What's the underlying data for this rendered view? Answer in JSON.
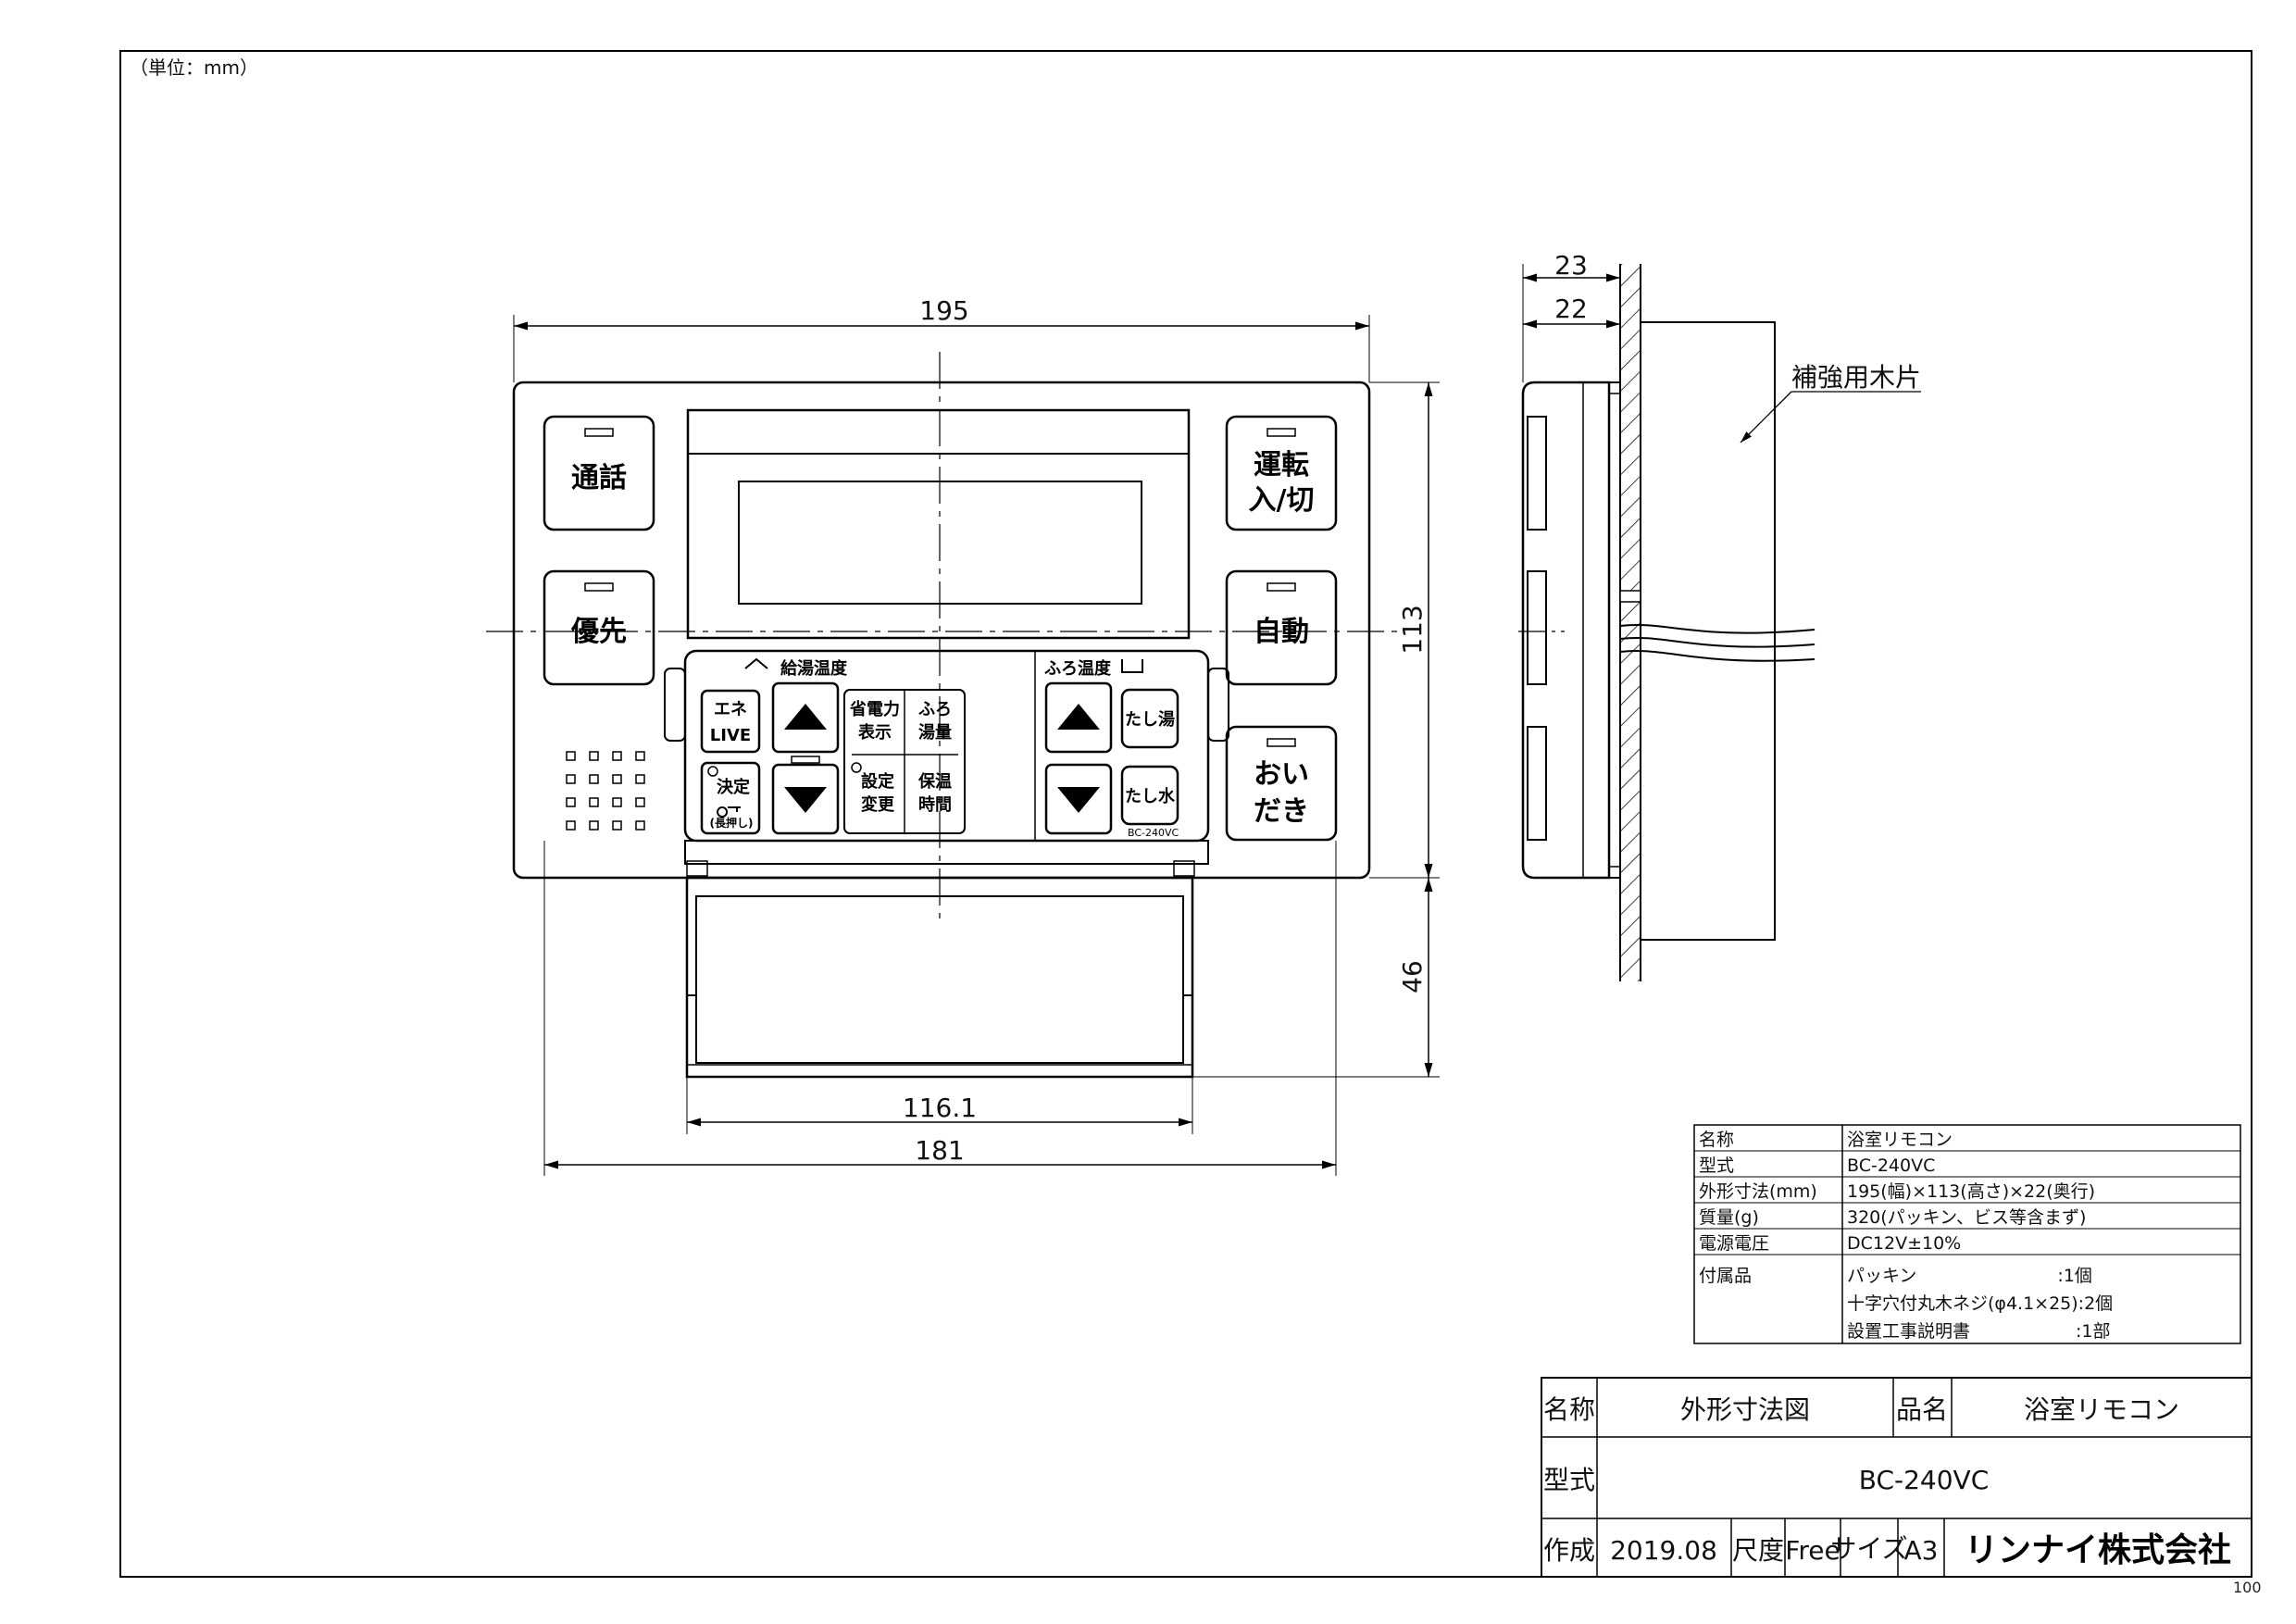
{
  "unit_note": "（単位：mm）",
  "dimensions": {
    "width": "195",
    "height": "113",
    "lower_height": "46",
    "panel_width": "116.1",
    "outer_width": "181",
    "depth_total": "23",
    "depth_body": "22"
  },
  "reinforcement_label": "補強用木片",
  "buttons": {
    "tsuwa": "通話",
    "yusen": "優先",
    "unten_1": "運転",
    "unten_2": "入/切",
    "jido": "自動",
    "oidaki_1": "おい",
    "oidaki_2": "だき",
    "ene_1": "エネ",
    "ene_2": "LIVE",
    "kettei_1": "決定",
    "kettei_2": "(長押し)",
    "shodenryoku_1": "省電力",
    "shodenryoku_2": "表示",
    "furo_yuryo_1": "ふろ",
    "furo_yuryo_2": "湯量",
    "settei_1": "設定",
    "settei_2": "変更",
    "hoon_1": "保温",
    "hoon_2": "時間",
    "tashiyu": "たし湯",
    "tashimizu": "たし水",
    "kyuto_ondo": "給湯温度",
    "furo_ondo": "ふろ温度",
    "model_small": "BC-240VC"
  },
  "spec_table": [
    {
      "label": "名称",
      "value": "浴室リモコン"
    },
    {
      "label": "型式",
      "value": "BC-240VC"
    },
    {
      "label": "外形寸法(mm)",
      "value": "195(幅)×113(高さ)×22(奥行)"
    },
    {
      "label": "質量(g)",
      "value": "320(パッキン、ビス等含まず)"
    },
    {
      "label": "電源電圧",
      "value": "DC12V±10%"
    },
    {
      "label": "付属品",
      "value": "パッキン　　　　　　　　:1個"
    }
  ],
  "spec_accessories_extra": [
    "十字穴付丸木ネジ(φ4.1×25):2個",
    "設置工事説明書　　　　　　:1部"
  ],
  "title_block": {
    "name_label": "名称",
    "name_value": "外形寸法図",
    "product_label": "品名",
    "product_value": "浴室リモコン",
    "model_label": "型式",
    "model_value": "BC-240VC",
    "made_label": "作成",
    "made_value": "2019.08",
    "scale_label": "尺度",
    "scale_value": "Free",
    "size_label": "サイズ",
    "size_value": "A3",
    "company": "リンナイ株式会社"
  },
  "corner_note": "100"
}
